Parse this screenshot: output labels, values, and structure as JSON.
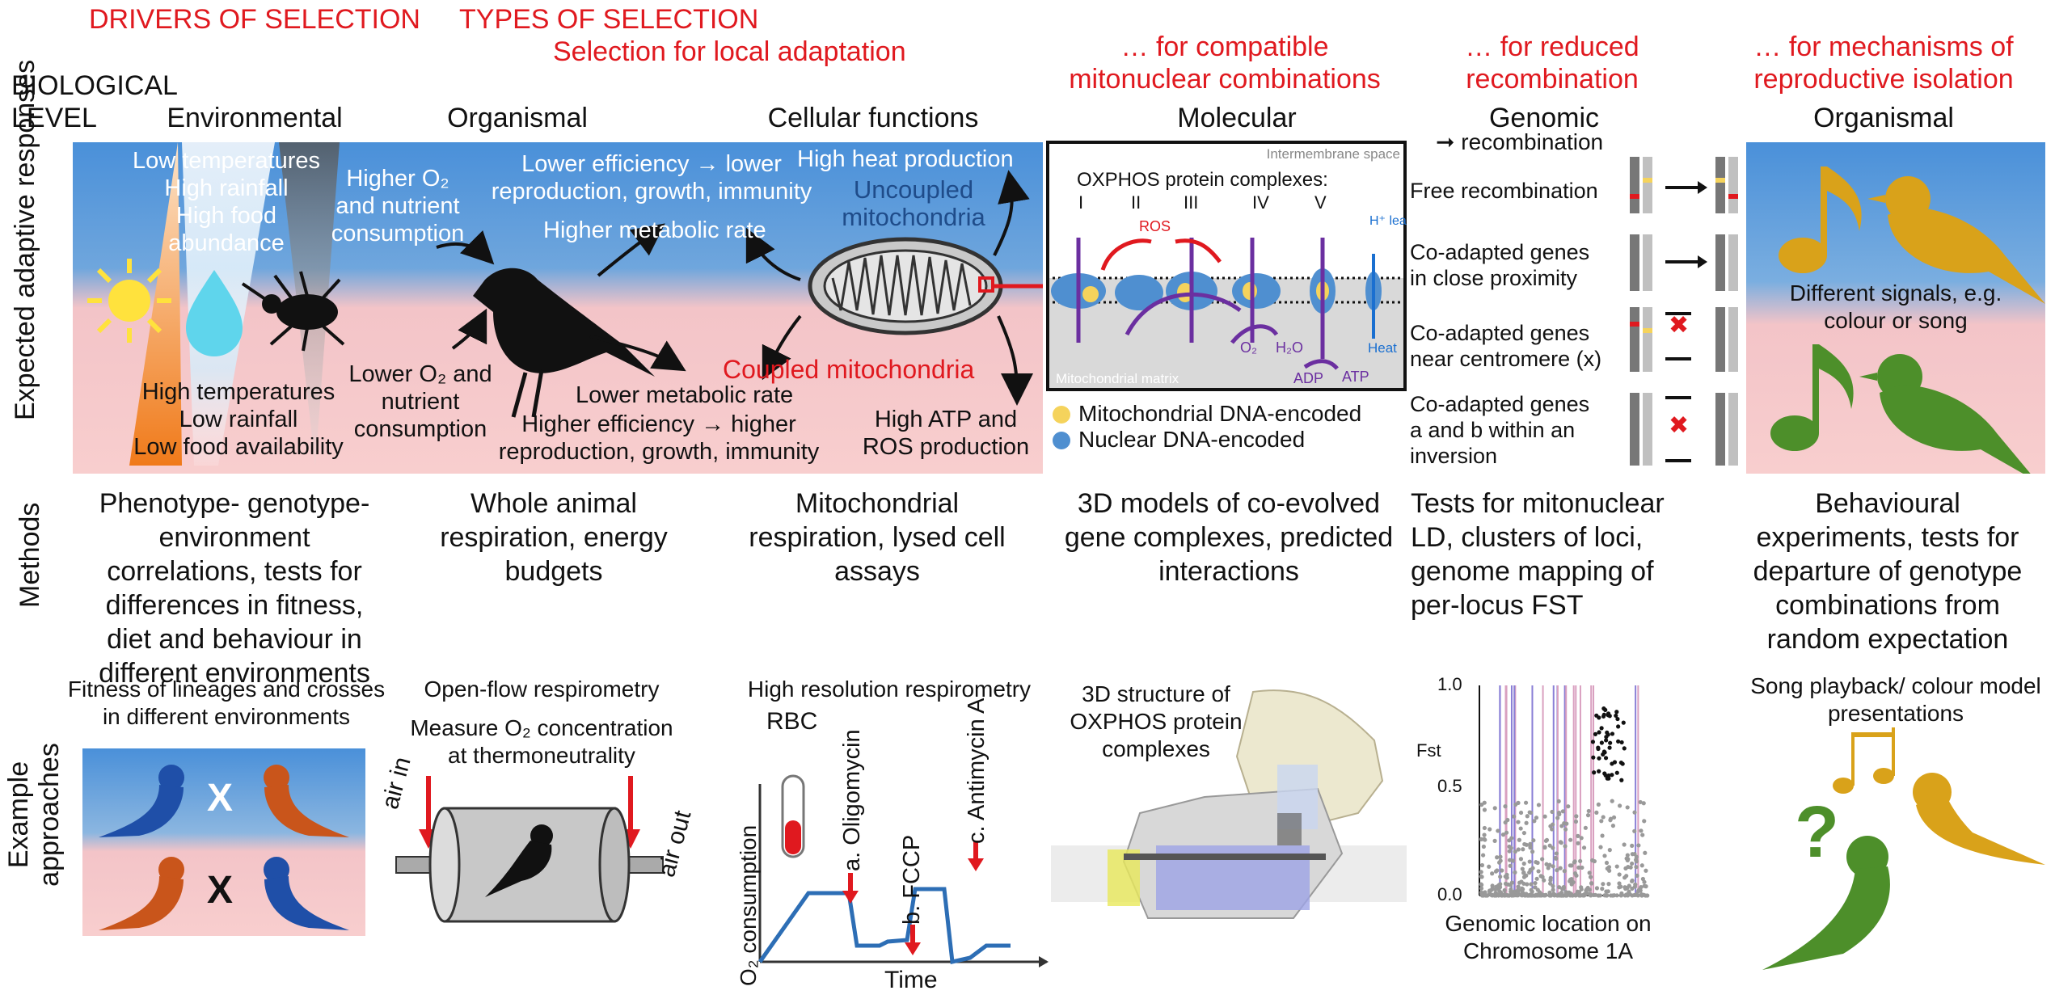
{
  "headers": {
    "drivers": "DRIVERS OF SELECTION",
    "types": "TYPES OF SELECTION",
    "local": "Selection for local adaptation",
    "mitonuclear": "… for compatible mitonuclear combinations",
    "recombination": "… for reduced recombination",
    "isolation": "… for mechanisms of reproductive isolation"
  },
  "levels": {
    "bio": "BIOLOGICAL LEVEL",
    "environmental": "Environmental",
    "organismal": "Organismal",
    "cellular": "Cellular functions",
    "molecular": "Molecular",
    "genomic": "Genomic",
    "organismal2": "Organismal"
  },
  "row_labels": {
    "responses": "Expected adaptive responses",
    "methods": "Methods",
    "examples": "Example approaches"
  },
  "env": {
    "top": [
      "Low temperatures",
      "High rainfall",
      "High food abundance"
    ],
    "bottom": [
      "High temperatures",
      "Low rainfall",
      "Low food availability"
    ]
  },
  "org": {
    "top": "Higher O₂ and nutrient consumption",
    "bottom": "Lower O₂ and nutrient consumption"
  },
  "cell": {
    "eff_low": "Lower efficiency → lower reproduction, growth, immunity",
    "higher_rate": "Higher metabolic rate",
    "heat": "High heat production",
    "uncoupled": "Uncoupled mitochondria",
    "coupled": "Coupled mitochondria",
    "lower_rate": "Lower metabolic rate",
    "eff_high": "Higher efficiency → higher reproduction, growth, immunity",
    "atp": "High ATP and ROS production"
  },
  "mol": {
    "intermembrane": "Intermembrane space",
    "oxphos": "OXPHOS protein complexes:",
    "complexes": [
      "I",
      "II",
      "III",
      "IV",
      "V"
    ],
    "ros": "ROS",
    "h_leak": "H⁺ leak",
    "heat": "Heat",
    "matrix": "Mitochondrial matrix",
    "o2": "O₂",
    "h2o": "H₂O",
    "adp": "ADP",
    "atp": "ATP",
    "legend_mito": "Mitochondrial DNA-encoded",
    "legend_nuc": "Nuclear DNA-encoded",
    "legend_mito_color": "#f5d35c",
    "legend_nuc_color": "#4f8fd0"
  },
  "gen": {
    "recomb_label": "recombination",
    "rows": [
      "Free recombination",
      "Co-adapted genes in close proximity",
      "Co-adapted genes near centromere (x)",
      "Co-adapted genes a and b within an inversion"
    ]
  },
  "iso": {
    "signals": "Different signals, e.g. colour or song"
  },
  "methods": {
    "environmental": "Phenotype- genotype- environment correlations, tests for differences in fitness, diet and behaviour in different environments",
    "organismal": "Whole animal respiration, energy budgets",
    "cellular": "Mitochondrial respiration, lysed cell assays",
    "molecular": "3D models of co-evolved gene complexes, predicted interactions",
    "genomic": "Tests for mitonuclear LD, clusters of loci, genome mapping of per-locus FST",
    "isolation": "Behavioural experiments, tests for departure of genotype combinations from random expectation"
  },
  "examples": {
    "fitness": "Fitness of lineages and crosses in different environments",
    "cross": "X",
    "openflow": "Open-flow respirometry",
    "measure": "Measure O₂ concentration at thermoneutrality",
    "air_in": "air in",
    "air_out": "air out",
    "hires": "High resolution respirometry",
    "rbc": "RBC",
    "oligo": "a. Oligomycin",
    "fccp": "b. FCCP",
    "anti": "c. Antimycin A",
    "ylabel": "O₂ consumption",
    "xlabel": "Time",
    "structure": "3D structure of OXPHOS protein complexes",
    "fst_label": "Fst",
    "fst_ticks": [
      "1.0",
      "0.5",
      "0.0"
    ],
    "fst_x": "Genomic location on Chromosome 1A",
    "song": "Song playback/ colour model presentations"
  },
  "colors": {
    "red": "#e0191f",
    "blue_bg": "#4a90d9",
    "pink_bg": "#f7c9c9",
    "orange_bird": "#d9a21a",
    "green_bird": "#4d8f2a",
    "purple": "#6b2fa0"
  }
}
